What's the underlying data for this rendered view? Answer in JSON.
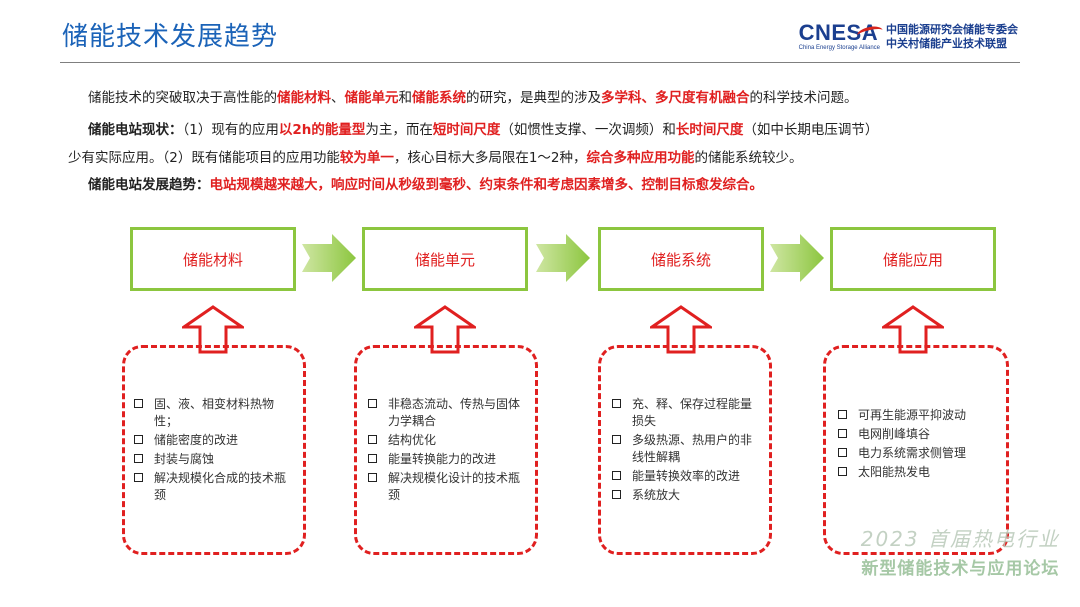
{
  "title": "储能技术发展趋势",
  "logo": {
    "word": "CNESA",
    "sub": "China Energy Storage Alliance",
    "cn_line1": "中国能源研究会储能专委会",
    "cn_line2": "中关村储能产业技术联盟"
  },
  "intro": {
    "p1": {
      "t1": "储能技术的突破取决于高性能的",
      "r1": "储能材料",
      "s1": "、",
      "r2": "储能单元",
      "t2": "和",
      "r3": "储能系统",
      "t3": "的研究，是典型的涉及",
      "r4": "多学科",
      "s2": "、",
      "r5": "多尺度有机融合",
      "t4": "的科学技术问题。"
    },
    "p2": {
      "label": "储能电站现状：",
      "t1": "（1）现有的应用",
      "r1": "以2h的能量型",
      "t2": "为主，而在",
      "r2": "短时间尺度",
      "t3": "（如惯性支撑、一次调频）和",
      "r3": "长时间尺度",
      "t4": "（如中长期电压调节）",
      "t5": "少有实际应用。（2）既有储能项目的应用功能",
      "r4": "较为单一",
      "t6": "，核心目标大多局限在1～2种，",
      "r5": "综合多种应用功能",
      "t7": "的储能系统较少。"
    },
    "p3": {
      "label": "储能电站发展趋势：",
      "r1": "电站规模越来越大，响应时间从秒级到毫秒、约束条件和考虑因素增多、控制目标愈发综合。"
    }
  },
  "stages": [
    {
      "label": "储能材料"
    },
    {
      "label": "储能单元"
    },
    {
      "label": "储能系统"
    },
    {
      "label": "储能应用"
    }
  ],
  "lists": [
    {
      "items": [
        "固、液、相变材料热物性；",
        "储能密度的改进",
        "封装与腐蚀",
        "解决规模化合成的技术瓶颈"
      ]
    },
    {
      "items": [
        "非稳态流动、传热与固体力学耦合",
        "结构优化",
        "能量转换能力的改进",
        "解决规模化设计的技术瓶颈"
      ]
    },
    {
      "items": [
        "充、释、保存过程能量损失",
        "多级热源、热用户的非线性解耦",
        "能量转换效率的改进",
        "系统放大"
      ]
    },
    {
      "items": [
        "可再生能源平抑波动",
        "电网削峰填谷",
        "电力系统需求侧管理",
        "太阳能热发电"
      ]
    }
  ],
  "watermark": {
    "line1": "2023 首届热电行业",
    "line2": "新型储能技术与应用论坛"
  },
  "colors": {
    "title_blue": "#1b63b8",
    "accent_red": "#e02020",
    "stage_green": "#8cc63f"
  }
}
